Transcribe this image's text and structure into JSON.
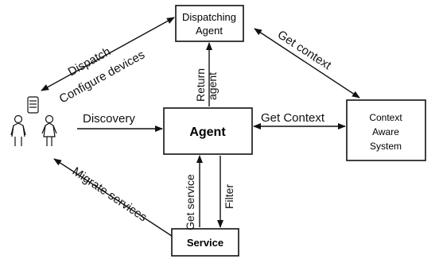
{
  "nodes": {
    "dispatching_agent": {
      "line1": "Dispatching",
      "line2": "Agent"
    },
    "agent": {
      "label": "Agent"
    },
    "context_system": {
      "line1": "Context",
      "line2": "Aware",
      "line3": "System"
    },
    "service": {
      "label": "Service"
    }
  },
  "edges": {
    "dispatch": "Dispatch",
    "configure_devices": "Configure devices",
    "get_context_top": "Get context",
    "return_agent_1": "Return",
    "return_agent_2": "agent",
    "discovery": "Discovery",
    "get_context_mid": "Get Context",
    "migrate_services": "Migrate services",
    "get_service": "Get service",
    "filter": "Filter"
  },
  "users_icon": "users-with-device-icon"
}
